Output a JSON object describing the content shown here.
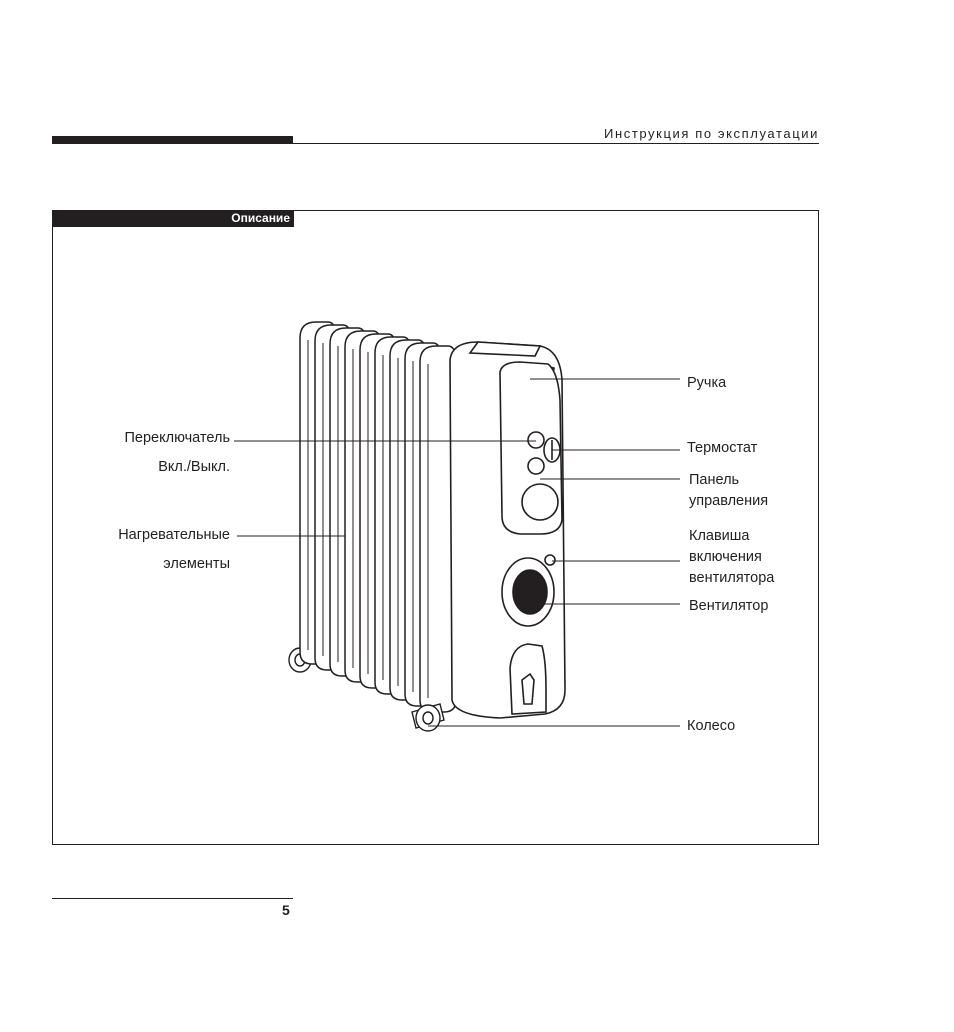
{
  "header": {
    "title": "Инструкция по эксплуатации"
  },
  "section": {
    "tab_label": "Описание"
  },
  "labels": {
    "switch_line1": "Переключатель",
    "switch_line2": "Вкл./Выкл.",
    "heating_line1": "Нагревательные",
    "heating_line2": "элементы",
    "handle": "Ручка",
    "thermostat": "Термостат",
    "panel_line1": "Панель",
    "panel_line2": "управления",
    "fan_key_line1": "Клавиша",
    "fan_key_line2": "включения",
    "fan_key_line3": "вентилятора",
    "fan": "Вентилятор",
    "wheel": "Колесо"
  },
  "footer": {
    "page_number": "5"
  }
}
